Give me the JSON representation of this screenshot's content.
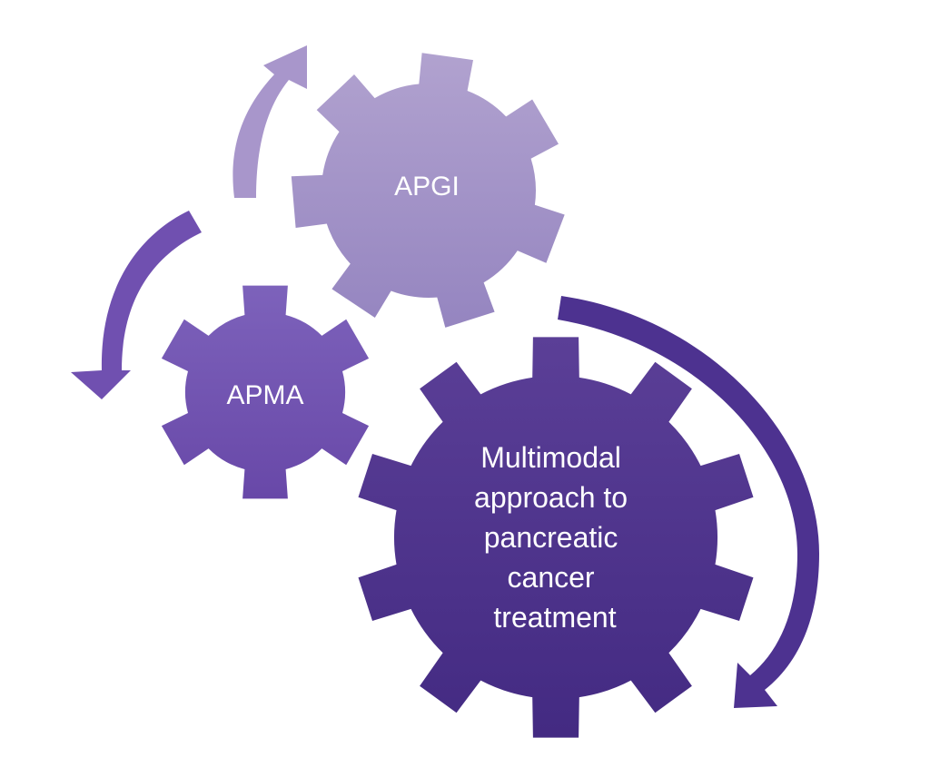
{
  "gears": [
    {
      "id": "apgi",
      "label_lines": [
        "APGI"
      ],
      "color_top": "#b1a2cf",
      "color_bottom": "#9585c0"
    },
    {
      "id": "apma",
      "label_lines": [
        "APMA"
      ],
      "color_top": "#7d62bb",
      "color_bottom": "#6848a8"
    },
    {
      "id": "multimodal",
      "label_lines": [
        "Multimodal",
        "approach to",
        "pancreatic",
        "cancer",
        "treatment"
      ],
      "color_top": "#5b3f97",
      "color_bottom": "#432a82"
    }
  ],
  "arrows": [
    {
      "id": "arrow-top",
      "direction": "up",
      "color": "#a896cb"
    },
    {
      "id": "arrow-left",
      "direction": "down",
      "color": "#7050b0"
    },
    {
      "id": "arrow-right",
      "direction": "down",
      "color": "#4d3290"
    }
  ]
}
